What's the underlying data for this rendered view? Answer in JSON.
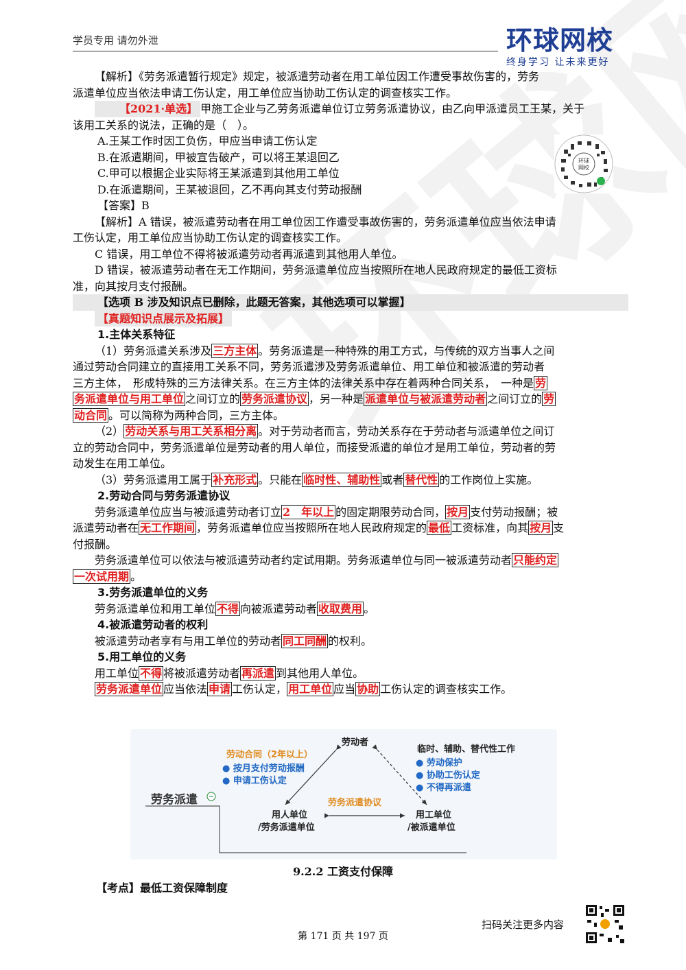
{
  "header": {
    "left_text": "学员专用 请勿外泄",
    "logo_main": "环球网校",
    "logo_sub": "终身学习 让未来更好"
  },
  "watermark": "环球网校",
  "para1": {
    "a": "【解析】《劳务派遣暂行规定》规定，被派遣劳动者在用工单位因工作遭受事故伤害的，劳务",
    "b": "派遣单位应当依法申请工伤认定，用工单位应当协助工伤认定的调查核实工作。"
  },
  "question": {
    "tag": "【2021·单选】",
    "stem_a": "甲施工企业与乙劳务派遣单位订立劳务派遣协议，由乙向甲派遣员工王某，关于",
    "stem_b": "该用工关系的说法，正确的是（　）。",
    "options": [
      "A.王某工作时因工负伤，甲应当申请工伤认定",
      "B.在派遣期间，甲被宣告破产，可以将王某退回乙",
      "C.甲可以根据企业实际将王某派遣到其他用工单位",
      "D.在派遣期间，王某被退回，乙不再向其支付劳动报酬"
    ],
    "answer": "【答案】B",
    "analysis_a1": "【解析】A 错误，被派遣劳动者在用工单位因工作遭受事故伤害的，劳务派遣单位应当依法申请",
    "analysis_a2": "工伤认定，用工单位应当协助工伤认定的调查核实工作。",
    "analysis_c": "C 错误，用工单位不得将被派遣劳动者再派遣到其他用人单位。",
    "analysis_d1": "D 错误，被派遣劳动者在无工作期间，劳务派遣单位应当按照所在地人民政府规定的最低工资标",
    "analysis_d2": "准，向其按月支付报酬。",
    "note": "【选项 B 涉及知识点已删除，此题无答案，其他选项可以掌握】",
    "section": "【真题知识点展示及拓展】"
  },
  "s1": {
    "title": "1.主体关系特征",
    "p1_a": "（1）劳务派遣关系涉及",
    "p1_b1": "三方主体",
    "p1_c": "。劳务派遣是一种特殊的用工方式，与传统的双方当事人之间",
    "p1_d": "通过劳动合同建立的直接用工关系不同，劳务派遣涉及劳务派遣单位、用工单位和被派遣的劳动者",
    "p1_e": "三方主体，　形成特殊的三方法律关系。在三方主体的法律关系中存在着两种合同关系，　一种是",
    "p1_b2a": "劳",
    "p1_b2b": "务派遣单位与用工单位",
    "p1_f": "之间订立的",
    "p1_b3": "劳务派遣协议",
    "p1_g": "，另一种是",
    "p1_b4": "派遣单位与被派遣劳动者",
    "p1_h": "之间订立的",
    "p1_b5a": "劳",
    "p1_b5b": "动合同",
    "p1_i": "。可以简称为两种合同，三方主体。",
    "p2_a": "（2）",
    "p2_b": "劳动关系与用工关系相分离",
    "p2_c": "。对于劳动者而言，劳动关系存在于劳动者与派遣单位之间订",
    "p2_d": "立的劳动合同中，劳务派遣单位是劳动者的用人单位，而接受派遣的单位才是用工单位，劳动者的劳",
    "p2_e": "动发生在用工单位。",
    "p3_a": "（3）劳务派遣用工属于",
    "p3_b": "补充形式",
    "p3_c": "。只能在",
    "p3_d": "临时性、辅助性",
    "p3_e": "或者",
    "p3_f": "替代性",
    "p3_g": "的工作岗位上实施。"
  },
  "s2": {
    "title": "2.劳动合同与劳务派遣协议",
    "a": "劳务派遣单位应当与被派遣劳动者订立",
    "b": "2　年以上",
    "c": "的固定期限劳动合同，",
    "d": "按月",
    "e": "支付劳动报酬；被",
    "f": "派遣劳动者在",
    "g": "无工作期间",
    "h": "，劳务派遣单位应当按照所在地人民政府规定的",
    "i": "最低",
    "j": "工资标准，向其",
    "k": "按月",
    "l": "支",
    "m": "付报酬。",
    "n": "劳务派遣单位可以依法与被派遣劳动者约定试用期。劳务派遣单位与同一被派遣劳动者",
    "o": "只能约定",
    "p": "一次试用期",
    "q": "。"
  },
  "s3": {
    "title": "3.劳务派遣单位的义务",
    "a": "劳务派遣单位和用工单位",
    "b": "不得",
    "c": "向被派遣劳动者",
    "d": "收取费用",
    "e": "。"
  },
  "s4": {
    "title": "4.被派遣劳动者的权利",
    "a": "被派遣劳动者享有与用工单位的劳动者",
    "b": "同工同酬",
    "c": "的权利。"
  },
  "s5": {
    "title": "5.用工单位的义务",
    "a": "用工单位",
    "b": "不得",
    "c": "将被派遣劳动者",
    "d": "再派遣",
    "e": "到其他用人单位。",
    "f": "劳务派遣单位",
    "g": "应当依法",
    "h": "申请",
    "i": "工伤认定，",
    "j": "用工单位",
    "k": "应当",
    "l": "协助",
    "m": "工伤认定的调查核实工作。"
  },
  "diagram": {
    "root": "劳务派遣",
    "laborer": "劳动者",
    "left_title": "劳动合同（2年以上）",
    "left_items": [
      "按月支付劳动报酬",
      "申请工伤认定"
    ],
    "right_title": "临时、辅助、替代性工作",
    "right_items": [
      "劳动保护",
      "协助工伤认定",
      "不得再派遣"
    ],
    "middle": "劳务派遣协议",
    "employer_a": "用人单位",
    "employer_b": "/劳务派遣单位",
    "user_a": "用工单位",
    "user_b": "/被派遣单位"
  },
  "caption": "9.2.2 工资支付保障",
  "kaodian": "【考点】最低工资保障制度",
  "footer": {
    "page": "第 171 页 共 197 页",
    "scan": "扫码关注更多内容"
  },
  "colors": {
    "red": "#e02020",
    "brand": "#1f3f95",
    "orange": "#e08a1e",
    "blue": "#2169c4"
  }
}
